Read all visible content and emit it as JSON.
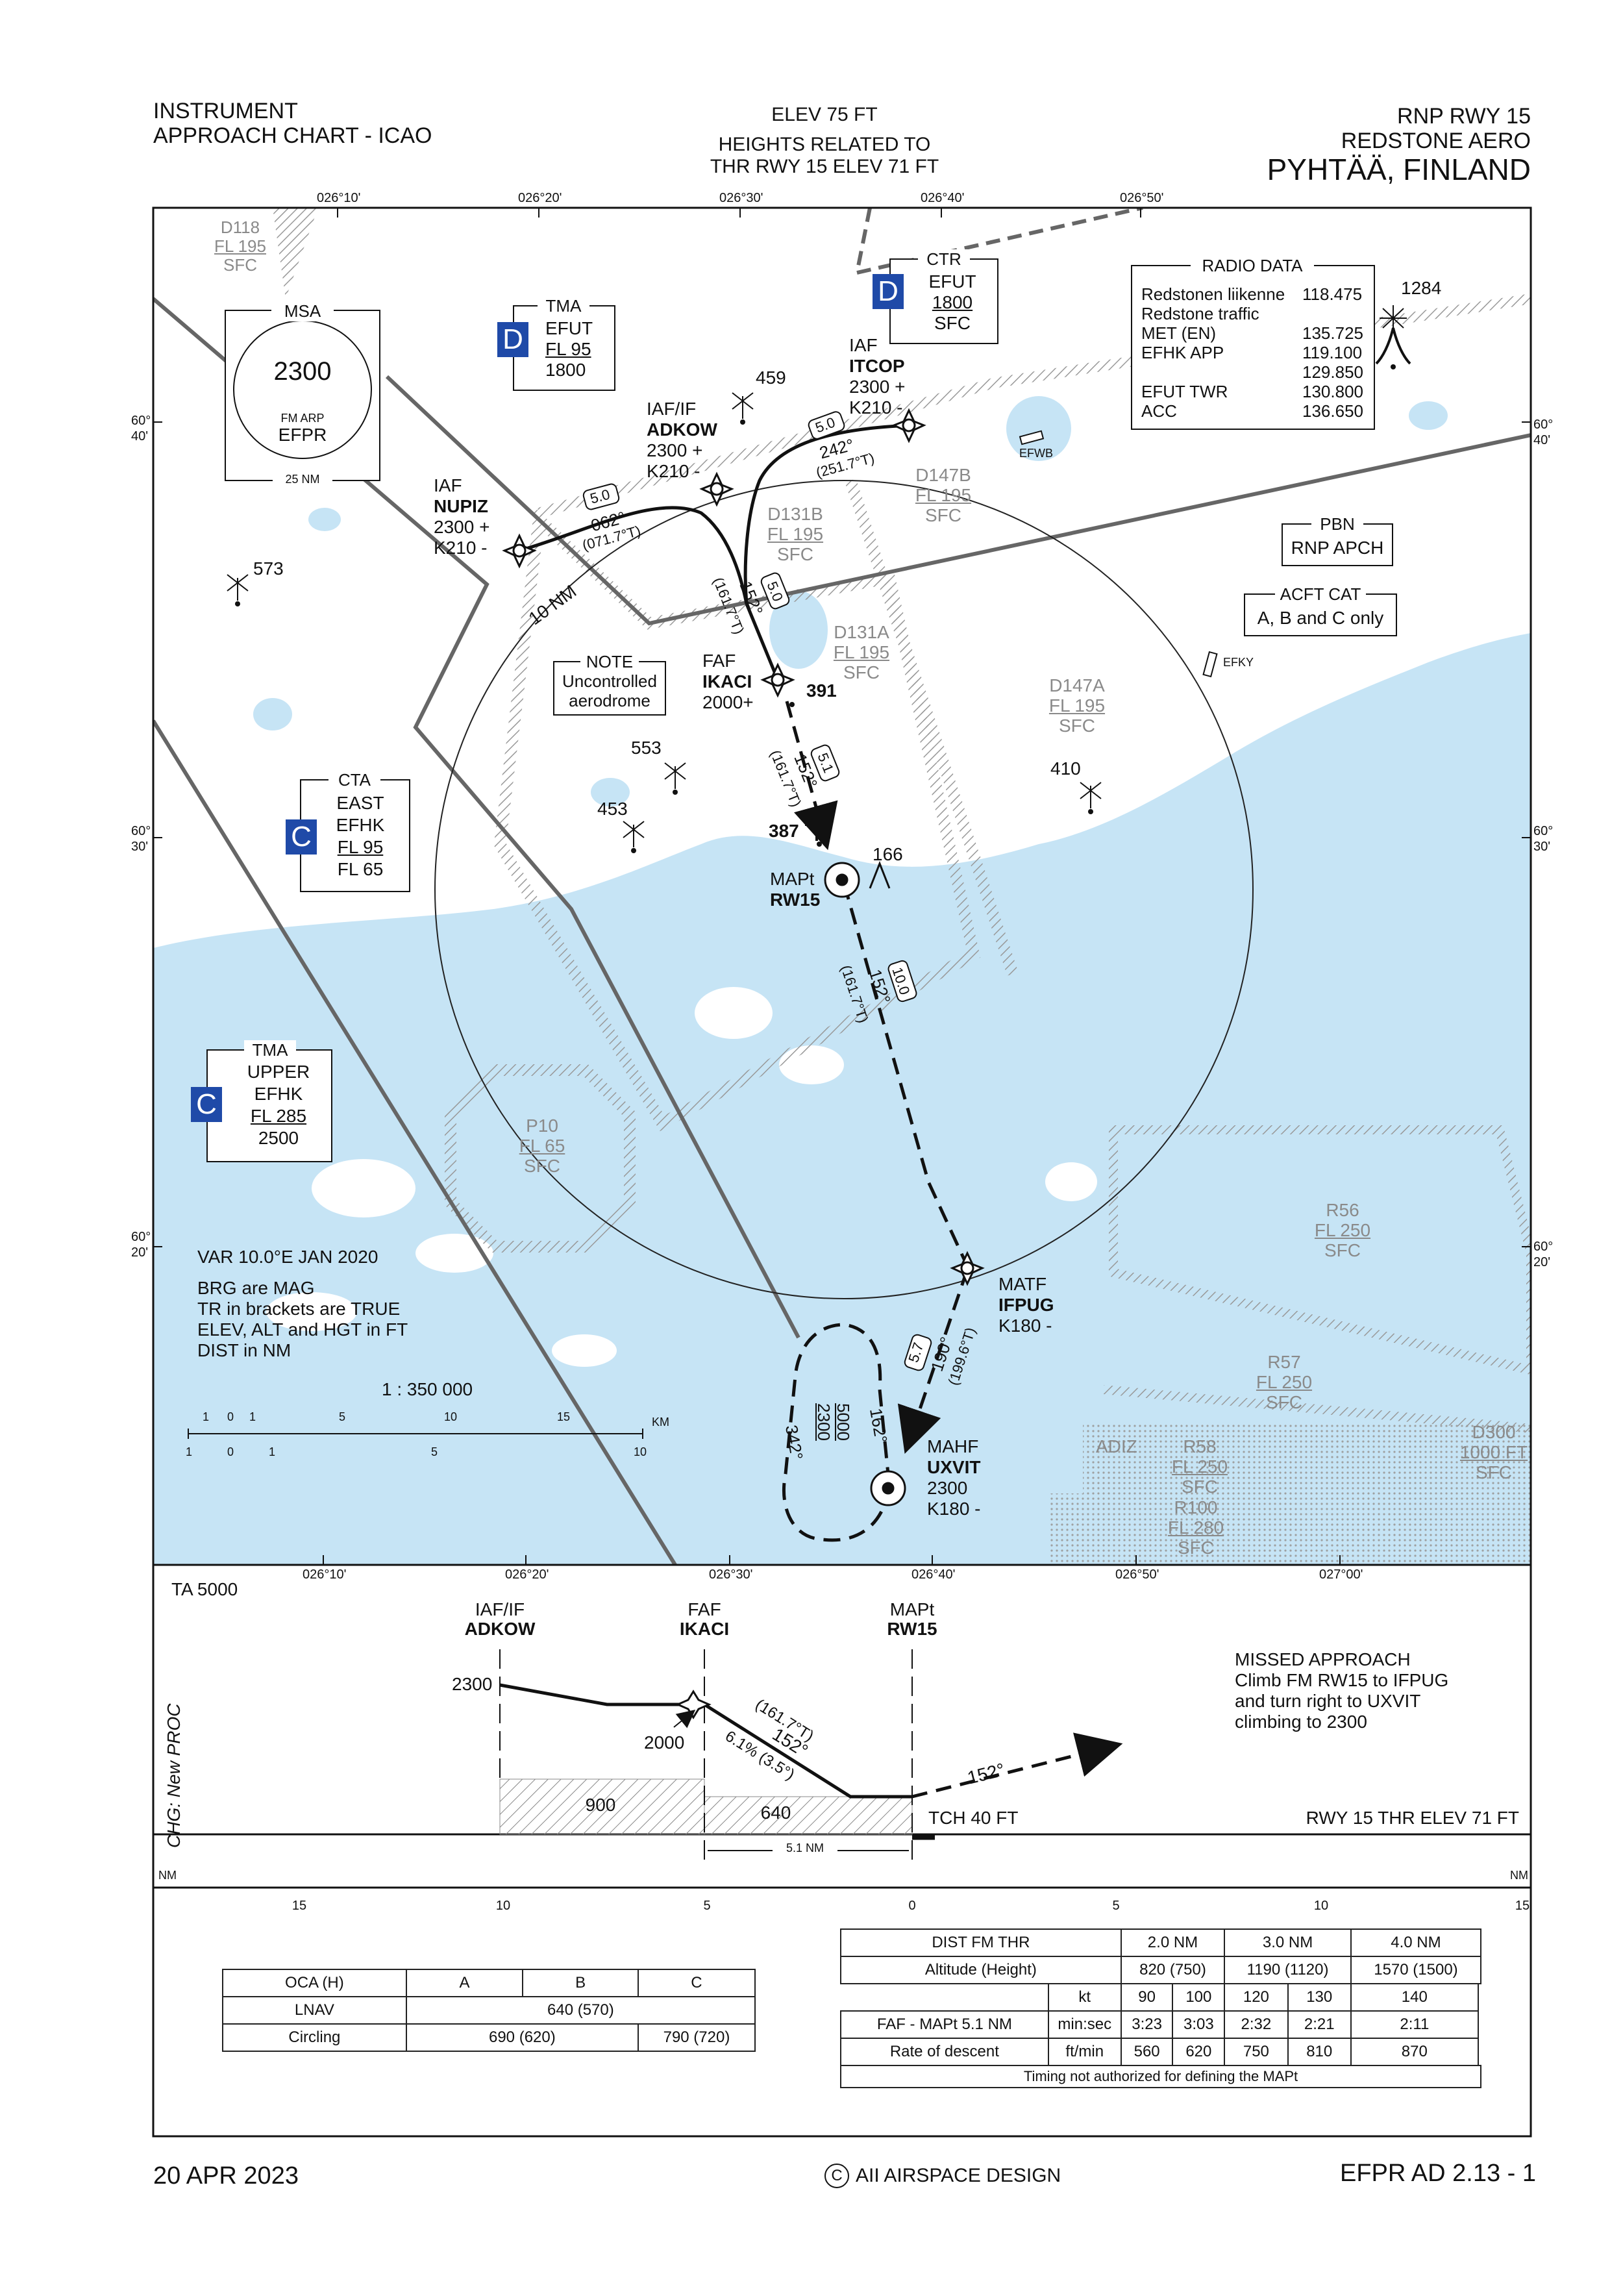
{
  "header": {
    "left_line1": "INSTRUMENT",
    "left_line2": "APPROACH CHART - ICAO",
    "center_line1": "ELEV 75 FT",
    "center_line2": "HEIGHTS RELATED TO",
    "center_line3": "THR RWY 15 ELEV 71 FT",
    "right_line1": "RNP RWY 15",
    "right_line2": "REDSTONE AERO",
    "right_line3": "PYHTÄÄ, FINLAND"
  },
  "longitudes_top": [
    "026°10'",
    "026°20'",
    "026°30'",
    "026°40'",
    "026°50'"
  ],
  "longitudes_bottom": [
    "026°10'",
    "026°20'",
    "026°30'",
    "026°40'",
    "026°50'",
    "027°00'"
  ],
  "latitudes": [
    {
      "deg": "60°",
      "min": "40'"
    },
    {
      "deg": "60°",
      "min": "30'"
    },
    {
      "deg": "60°",
      "min": "20'"
    }
  ],
  "airspaces": {
    "d118": {
      "name": "D118",
      "upper": "FL 195",
      "lower": "SFC"
    },
    "ctr": {
      "title": "CTR",
      "class": "D",
      "name": "EFUT",
      "upper": "1800",
      "lower": "SFC"
    },
    "tma_d": {
      "title": "TMA",
      "class": "D",
      "name": "EFUT",
      "upper": "FL 95",
      "lower": "1800"
    },
    "cta_c": {
      "title": "CTA",
      "class": "C",
      "l1": "EAST",
      "name": "EFHK",
      "upper": "FL 95",
      "lower": "FL 65"
    },
    "tma_c": {
      "title": "TMA",
      "class": "C",
      "l1": "UPPER",
      "name": "EFHK",
      "upper": "FL 285",
      "lower": "2500"
    },
    "d131b": {
      "name": "D131B",
      "upper": "FL 195",
      "lower": "SFC"
    },
    "d131a": {
      "name": "D131A",
      "upper": "FL 195",
      "lower": "SFC"
    },
    "d147b": {
      "name": "D147B",
      "upper": "FL 195",
      "lower": "SFC"
    },
    "d147a": {
      "name": "D147A",
      "upper": "FL 195",
      "lower": "SFC"
    },
    "p10": {
      "name": "P10",
      "upper": "FL 65",
      "lower": "SFC"
    },
    "r56": {
      "name": "R56",
      "upper": "FL 250",
      "lower": "SFC"
    },
    "r57": {
      "name": "R57",
      "upper": "FL 250",
      "lower": "SFC"
    },
    "r58": {
      "name": "R58",
      "upper": "FL 250",
      "lower": "SFC"
    },
    "d300": {
      "name": "D300",
      "upper": "1000 FT",
      "lower": "SFC"
    },
    "r100": {
      "name": "R100",
      "upper": "FL 280",
      "lower": "SFC"
    },
    "adiz": "ADIZ"
  },
  "msa": {
    "title": "MSA",
    "altitude": "2300",
    "ref": "FM ARP",
    "ident": "EFPR",
    "radius": "25 NM"
  },
  "radio": {
    "title": "RADIO DATA",
    "rows": [
      {
        "name": "Redstonen liikenne",
        "freq": "118.475"
      },
      {
        "name": "Redstone traffic",
        "freq": ""
      },
      {
        "name": "MET (EN)",
        "freq": "135.725"
      },
      {
        "name": "EFHK APP",
        "freq": "119.100"
      },
      {
        "name": "",
        "freq": "129.850"
      },
      {
        "name": "EFUT TWR",
        "freq": "130.800"
      },
      {
        "name": "ACC",
        "freq": "136.650"
      }
    ]
  },
  "pbn": {
    "title": "PBN",
    "value": "RNP APCH"
  },
  "acft": {
    "title": "ACFT CAT",
    "value": "A, B and C only"
  },
  "note": {
    "title": "NOTE",
    "line1": "Uncontrolled",
    "line2": "aerodrome"
  },
  "obstacles": [
    "1284",
    "459",
    "573",
    "391",
    "553",
    "453",
    "387",
    "166",
    "410"
  ],
  "airfields": [
    "EFWB",
    "EFKY"
  ],
  "fixes": {
    "nupiz": {
      "role": "IAF",
      "name": "NUPIZ",
      "alt": "2300 +",
      "spd": "K210 -"
    },
    "adkow": {
      "role": "IAF/IF",
      "name": "ADKOW",
      "alt": "2300 +",
      "spd": "K210 -"
    },
    "itcop": {
      "role": "IAF",
      "name": "ITCOP",
      "alt": "2300 +",
      "spd": "K210 -"
    },
    "ikaci": {
      "role": "FAF",
      "name": "IKACI",
      "alt": "2000+"
    },
    "rw15": {
      "role": "MAPt",
      "name": "RW15"
    },
    "ifpug": {
      "role": "MATF",
      "name": "IFPUG",
      "spd": "K180 -"
    },
    "uxvit": {
      "role": "MAHF",
      "name": "UXVIT",
      "alt": "2300",
      "spd": "K180 -"
    }
  },
  "legs": {
    "nupiz_dist": "5.0",
    "nupiz_brg": "062°",
    "nupiz_tr": "(071.7°T)",
    "itcop_dist": "5.0",
    "itcop_brg": "242°",
    "itcop_tr": "(251.7°T)",
    "if_dist": "5.0",
    "if_brg": "152°",
    "if_tr": "(161.7°T)",
    "faf_dist": "5.1",
    "faf_brg": "152°",
    "faf_tr": "(161.7°T)",
    "ma_dist": "10.0",
    "ma_brg": "152°",
    "ma_tr": "(161.7°T)",
    "matf_dist": "5.7",
    "matf_brg": "190°",
    "matf_tr": "(199.6°T)",
    "hold_in": "162°",
    "hold_out": "342°",
    "hold_alt_top": "5000",
    "hold_alt_bot": "2300"
  },
  "ring_label": "10 NM",
  "notes_left": [
    "VAR 10.0°E JAN 2020",
    "BRG are MAG",
    "TR in brackets are TRUE",
    "ELEV, ALT and HGT in FT",
    "DIST in NM"
  ],
  "scale": {
    "ratio": "1 : 350 000",
    "km_labels": [
      "1",
      "0",
      "1",
      "5",
      "10",
      "15"
    ],
    "km_unit": "KM",
    "nm_labels": [
      "1",
      "0",
      "1",
      "5",
      "10"
    ],
    "nm_unit": "10 NM"
  },
  "profile": {
    "ta": "TA 5000",
    "if_role": "IAF/IF",
    "if_name": "ADKOW",
    "faf_role": "FAF",
    "faf_name": "IKACI",
    "map_role": "MAPt",
    "map_name": "RW15",
    "alt_2300": "2300",
    "alt_2000": "2000",
    "track": "(161.7°T)",
    "brg": "152°",
    "gradient": "6.1% (3.5°)",
    "ma_brg": "152°",
    "oca_900": "900",
    "oca_640": "640",
    "tch": "TCH 40 FT",
    "thr": "RWY 15 THR ELEV 71 FT",
    "dist": "5.1 NM",
    "missed": [
      "MISSED APPROACH",
      "Climb FM RW15 to IFPUG",
      "and turn right to UXVIT",
      "climbing to 2300"
    ],
    "chg": "CHG: New PROC",
    "nm": "NM",
    "axis": [
      "15",
      "10",
      "5",
      "0",
      "5",
      "10",
      "15"
    ]
  },
  "oca_table": {
    "header": [
      "OCA (H)",
      "A",
      "B",
      "C"
    ],
    "lnav": [
      "LNAV",
      "640 (570)"
    ],
    "circling": [
      "Circling",
      "690 (620)",
      "790 (720)"
    ]
  },
  "dist_table": {
    "row1": [
      "DIST FM THR",
      "2.0 NM",
      "3.0 NM",
      "4.0 NM"
    ],
    "row2": [
      "Altitude (Height)",
      "820 (750)",
      "1190 (1120)",
      "1570 (1500)"
    ],
    "row3": [
      "kt",
      "90",
      "100",
      "120",
      "130",
      "140"
    ],
    "row4": [
      "FAF - MAPt  5.1 NM",
      "min:sec",
      "3:23",
      "3:03",
      "2:32",
      "2:21",
      "2:11"
    ],
    "row5": [
      "Rate of descent",
      "ft/min",
      "560",
      "620",
      "750",
      "810",
      "870"
    ],
    "row6": "Timing not authorized for defining the MAPt"
  },
  "footer": {
    "date": "20 APR 2023",
    "copyright_symbol": "C",
    "copyright": "AII AIRSPACE DESIGN",
    "page": "EFPR AD 2.13 - 1"
  },
  "colors": {
    "water": "#c6e4f5",
    "class_badge": "#1f4aa8",
    "grey_text": "#8a8a8a"
  }
}
